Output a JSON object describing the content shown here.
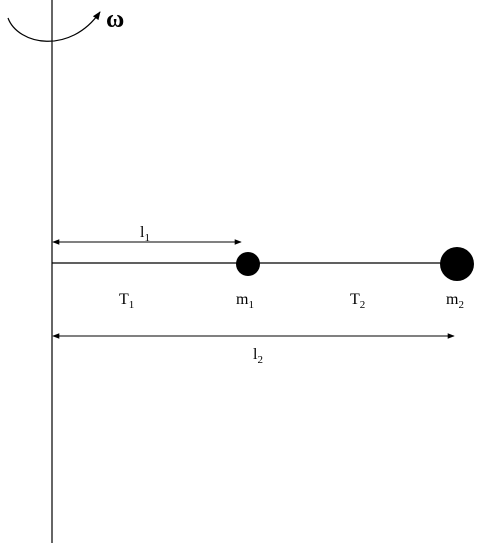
{
  "diagram": {
    "omega": "ω",
    "l1": {
      "base": "l",
      "sub": "1"
    },
    "l2": {
      "base": "l",
      "sub": "2"
    },
    "t1": {
      "base": "T",
      "sub": "1"
    },
    "t2": {
      "base": "T",
      "sub": "2"
    },
    "m1": {
      "base": "m",
      "sub": "1"
    },
    "m2": {
      "base": "m",
      "sub": "2"
    }
  },
  "colors": {
    "ink": "#000000",
    "background": "#ffffff"
  }
}
